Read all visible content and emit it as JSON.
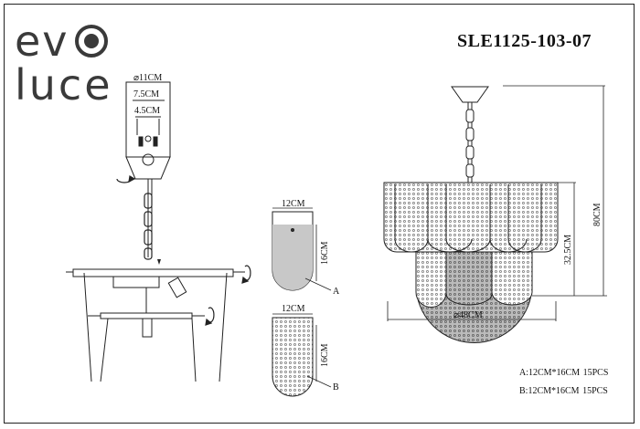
{
  "brand": {
    "line1": "ev",
    "line2": "luce"
  },
  "model_number": "SLE1125-103-07",
  "dimensions": {
    "canopy_diameter": "⌀11CM",
    "canopy_width": "7.5CM",
    "canopy_inner": "4.5CM",
    "crystal_a_width": "12CM",
    "crystal_a_height": "16CM",
    "crystal_b_width": "12CM",
    "crystal_b_height": "16CM",
    "total_height": "80CM",
    "body_height": "32.5CM",
    "body_diameter": "⌀48CM"
  },
  "crystal_labels": {
    "a": "A",
    "b": "B"
  },
  "specs": [
    "A:12CM*16CM  15PCS",
    "B:12CM*16CM  15PCS"
  ]
}
